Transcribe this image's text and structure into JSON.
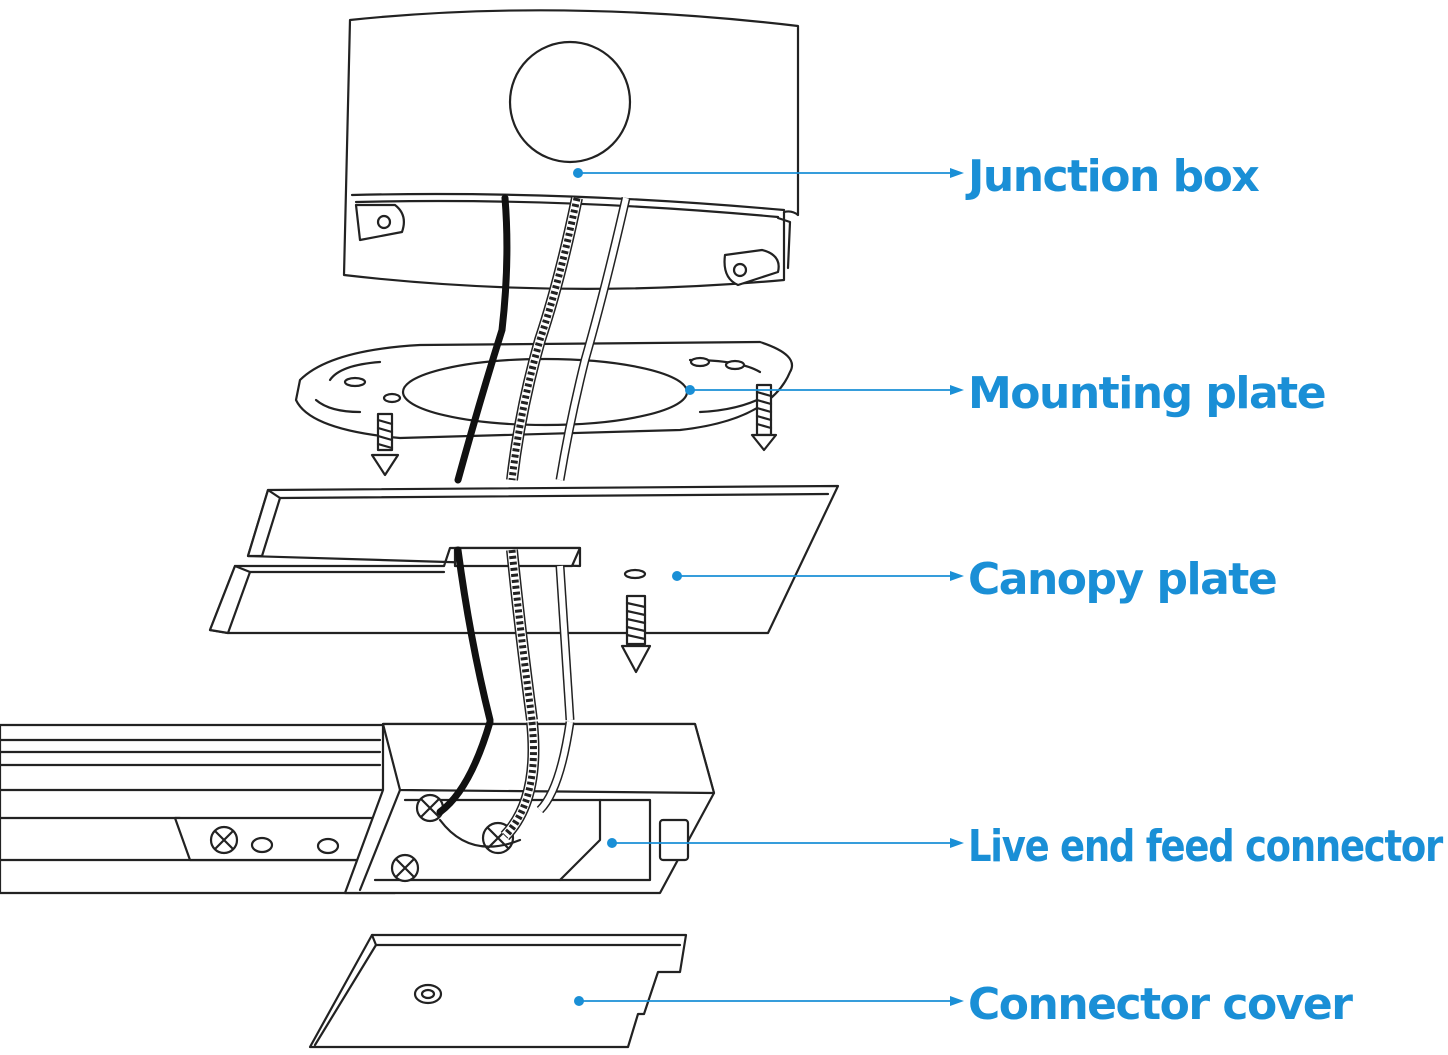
{
  "colors": {
    "label": "#1a8fd6",
    "leader": "#1a8fd6",
    "line_art": "#222222"
  },
  "labels": [
    {
      "id": "junction-box",
      "text": "Junction box"
    },
    {
      "id": "mounting-plate",
      "text": "Mounting plate"
    },
    {
      "id": "canopy-plate",
      "text": "Canopy plate"
    },
    {
      "id": "live-end-feed-connector",
      "text": "Live end feed connector"
    },
    {
      "id": "connector-cover",
      "text": "Connector cover"
    }
  ]
}
